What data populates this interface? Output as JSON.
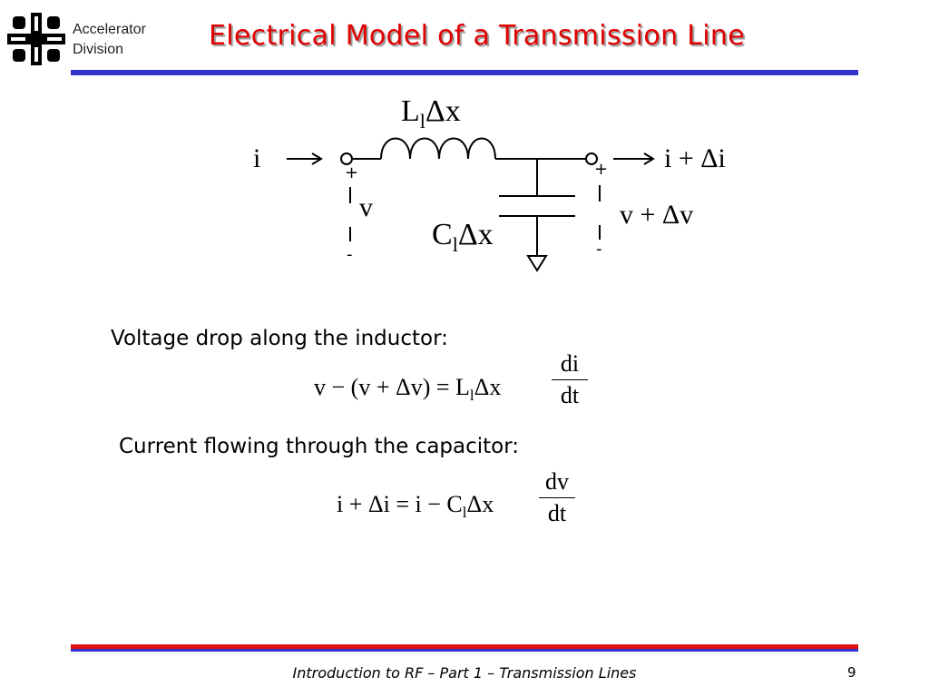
{
  "header": {
    "org_line1": "Accelerator",
    "org_line2": "Division",
    "title": "Electrical Model of a Transmission Line"
  },
  "circuit": {
    "inductor_label": "L",
    "inductor_sub": "l",
    "inductor_suffix": "Δx",
    "capacitor_label": "C",
    "capacitor_sub": "l",
    "capacitor_suffix": "Δx",
    "current_in": "i",
    "current_out": "i + Δi",
    "voltage_in": "v",
    "voltage_out": "v + Δv",
    "plus": "+",
    "minus": "-"
  },
  "equations": {
    "voltage_caption": "Voltage drop along the inductor:",
    "voltage_lhs": "v − (v + Δv) = L",
    "voltage_sub": "l",
    "voltage_mid": "Δx",
    "voltage_num": "di",
    "voltage_den": "dt",
    "current_caption": "Current flowing through the capacitor:",
    "current_lhs": "i + Δi = i − C",
    "current_sub": "l",
    "current_mid": "Δx",
    "current_num": "dv",
    "current_den": "dt"
  },
  "footer": {
    "text": "Introduction to RF – Part 1 – Transmission Lines",
    "page_number": "9"
  },
  "colors": {
    "title": "#e00000",
    "rule_blue": "#3333cc",
    "rule_red": "#dd1111"
  }
}
